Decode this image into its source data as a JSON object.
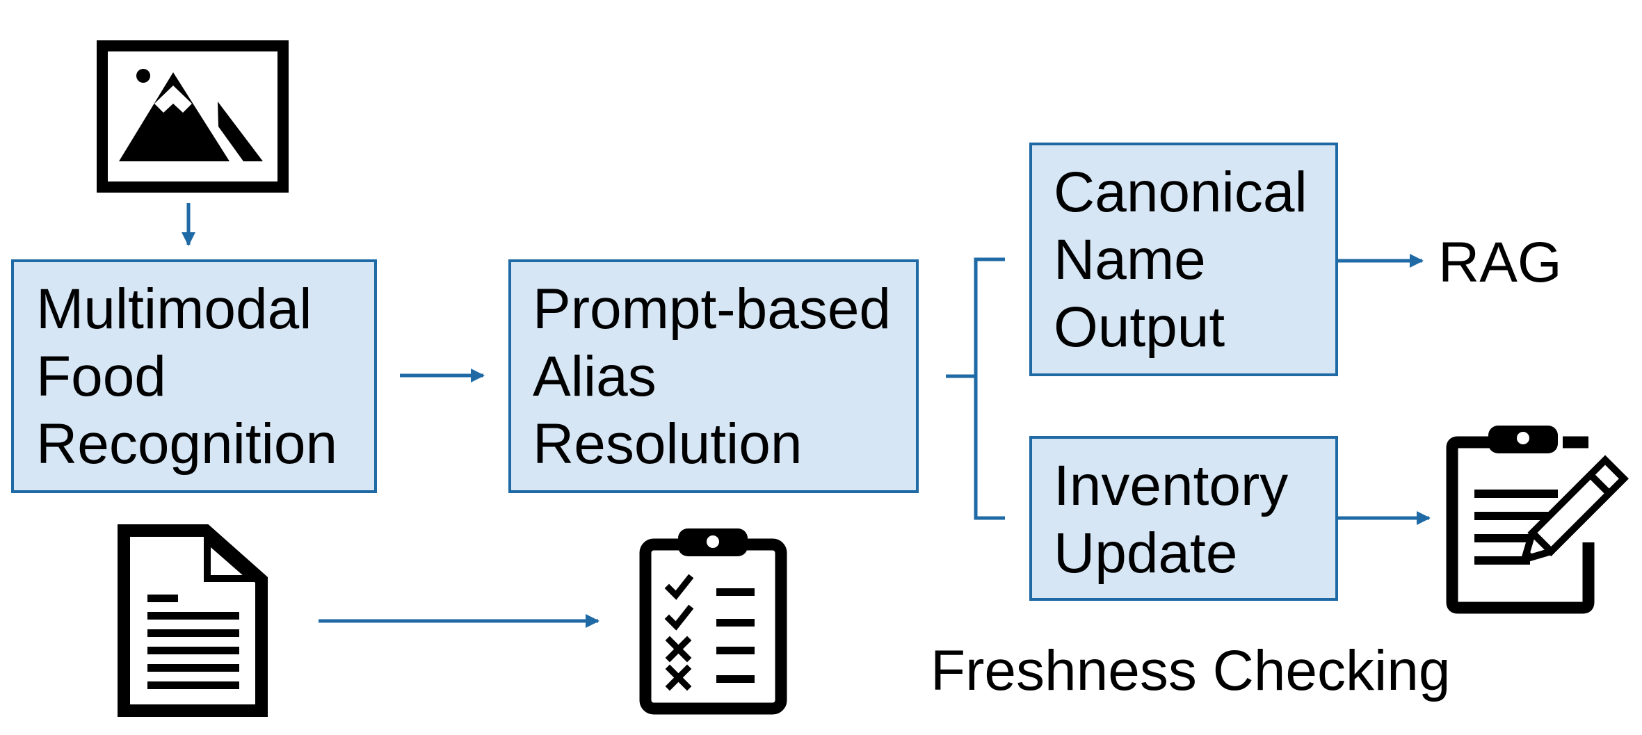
{
  "boxes": {
    "recognition": "Multimodal\nFood\nRecognition",
    "alias": "Prompt-based\nAlias\nResolution",
    "canonical": "Canonical\nName\nOutput",
    "inventory": "Inventory\nUpdate"
  },
  "labels": {
    "rag": "RAG",
    "freshness": "Freshness Checking"
  },
  "icons": [
    "image-icon",
    "document-icon",
    "checklist-clipboard-icon",
    "clipboard-edit-icon"
  ],
  "colors": {
    "box_fill": "#d6e6f5",
    "box_border": "#1f6aa5",
    "arrow": "#1f6aa5",
    "icon": "#000000"
  }
}
